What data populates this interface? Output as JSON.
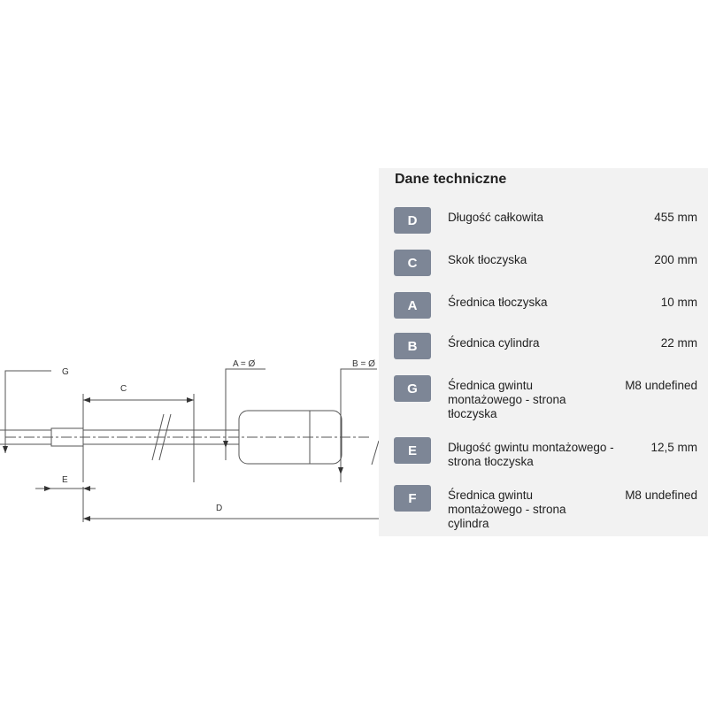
{
  "drawing": {
    "labels": {
      "g": "G",
      "c": "C",
      "a": "A = Ø",
      "b": "B = Ø",
      "e": "E",
      "d": "D"
    }
  },
  "specs": {
    "title": "Dane techniczne",
    "rows": [
      {
        "code": "D",
        "label": "Długość całkowita",
        "value": "455 mm"
      },
      {
        "code": "C",
        "label": "Skok tłoczyska",
        "value": "200 mm"
      },
      {
        "code": "A",
        "label": "Średnica tłoczyska",
        "value": "10 mm"
      },
      {
        "code": "B",
        "label": "Średnica cylindra",
        "value": "22 mm"
      },
      {
        "code": "G",
        "label": "Średnica gwintu montażowego - strona tłoczyska",
        "value": "M8 undefined"
      },
      {
        "code": "E",
        "label": "Długość gwintu montażowego - strona tłoczyska",
        "value": "12,5 mm"
      },
      {
        "code": "F",
        "label": "Średnica gwintu montażowego - strona cylindra",
        "value": "M8 undefined"
      }
    ]
  }
}
